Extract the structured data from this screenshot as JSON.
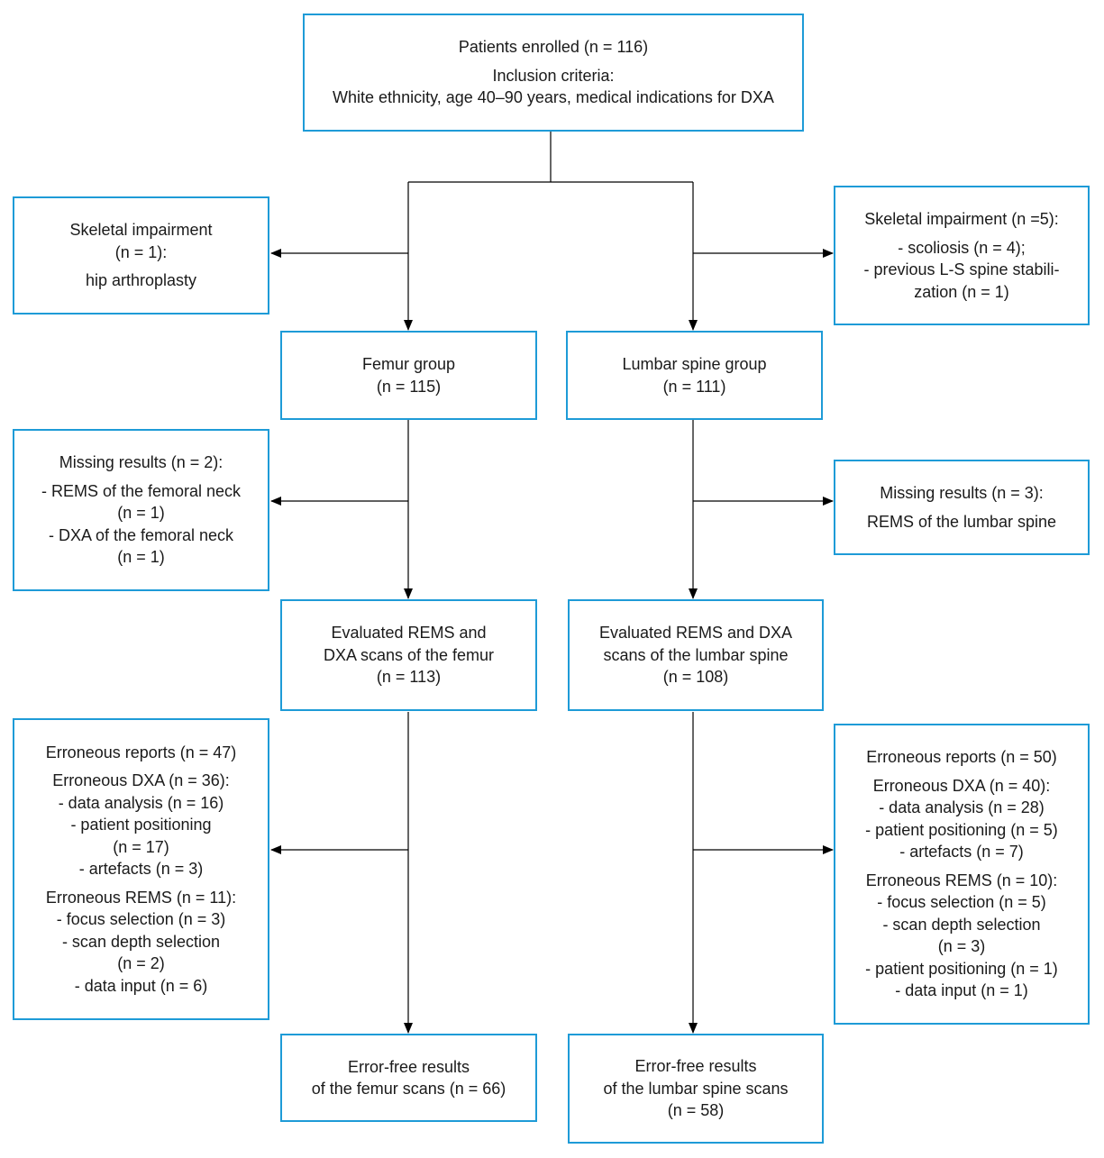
{
  "colors": {
    "box_border": "#1e9bd7",
    "connector": "#000000"
  },
  "boxes": {
    "enrolled": {
      "title": "Patients enrolled (n = 116)",
      "criteria_label": "Inclusion criteria:",
      "criteria": "White ethnicity, age 40–90 years, medical indications for DXA"
    },
    "femur_excluded": {
      "title": "Skeletal impairment",
      "count": "(n = 1):",
      "detail": "hip arthroplasty"
    },
    "spine_excluded": {
      "title": "Skeletal impairment (n =5):",
      "item1": "- scoliosis (n = 4);",
      "item2": "- previous L-S spine stabili-",
      "item2_cont": "zation (n = 1)"
    },
    "femur_group": {
      "title": "Femur group",
      "count": "(n = 115)"
    },
    "spine_group": {
      "title": "Lumbar spine group",
      "count": "(n = 111)"
    },
    "femur_missing": {
      "title": "Missing results (n = 2):",
      "item1": "- REMS of the femoral neck",
      "item1_count": "(n = 1)",
      "item2": "- DXA of the femoral neck",
      "item2_count": "(n = 1)"
    },
    "spine_missing": {
      "title": "Missing results (n = 3):",
      "detail": "REMS of the lumbar spine"
    },
    "femur_evaluated": {
      "line1": "Evaluated REMS and",
      "line2": "DXA scans of the femur",
      "count": "(n = 113)"
    },
    "spine_evaluated": {
      "line1": "Evaluated REMS and DXA",
      "line2": "scans of the lumbar spine",
      "count": "(n = 108)"
    },
    "femur_errors": {
      "reports": "Erroneous reports (n = 47)",
      "dxa": "Erroneous DXA (n = 36):",
      "dxa_item1": "- data analysis (n = 16)",
      "dxa_item2": "- patient positioning",
      "dxa_item2_count": "(n = 17)",
      "dxa_item3": "- artefacts (n = 3)",
      "rems": "Erroneous REMS (n = 11):",
      "rems_item1": "- focus selection (n = 3)",
      "rems_item2": "- scan depth selection",
      "rems_item2_count": "(n = 2)",
      "rems_item3": "- data input (n = 6)"
    },
    "spine_errors": {
      "reports": "Erroneous reports (n = 50)",
      "dxa": "Erroneous DXA (n = 40):",
      "dxa_item1": "- data analysis (n = 28)",
      "dxa_item2": "- patient positioning (n = 5)",
      "dxa_item3": "- artefacts (n = 7)",
      "rems": "Erroneous REMS (n = 10):",
      "rems_item1": "- focus selection (n = 5)",
      "rems_item2": "- scan depth selection",
      "rems_item2_count": "(n = 3)",
      "rems_item3": "- patient positioning (n = 1)",
      "rems_item4": "- data input (n = 1)"
    },
    "femur_final": {
      "line1": "Error-free results",
      "line2": "of the femur scans (n = 66)"
    },
    "spine_final": {
      "line1": "Error-free results",
      "line2": "of the lumbar spine scans",
      "count": "(n = 58)"
    }
  }
}
